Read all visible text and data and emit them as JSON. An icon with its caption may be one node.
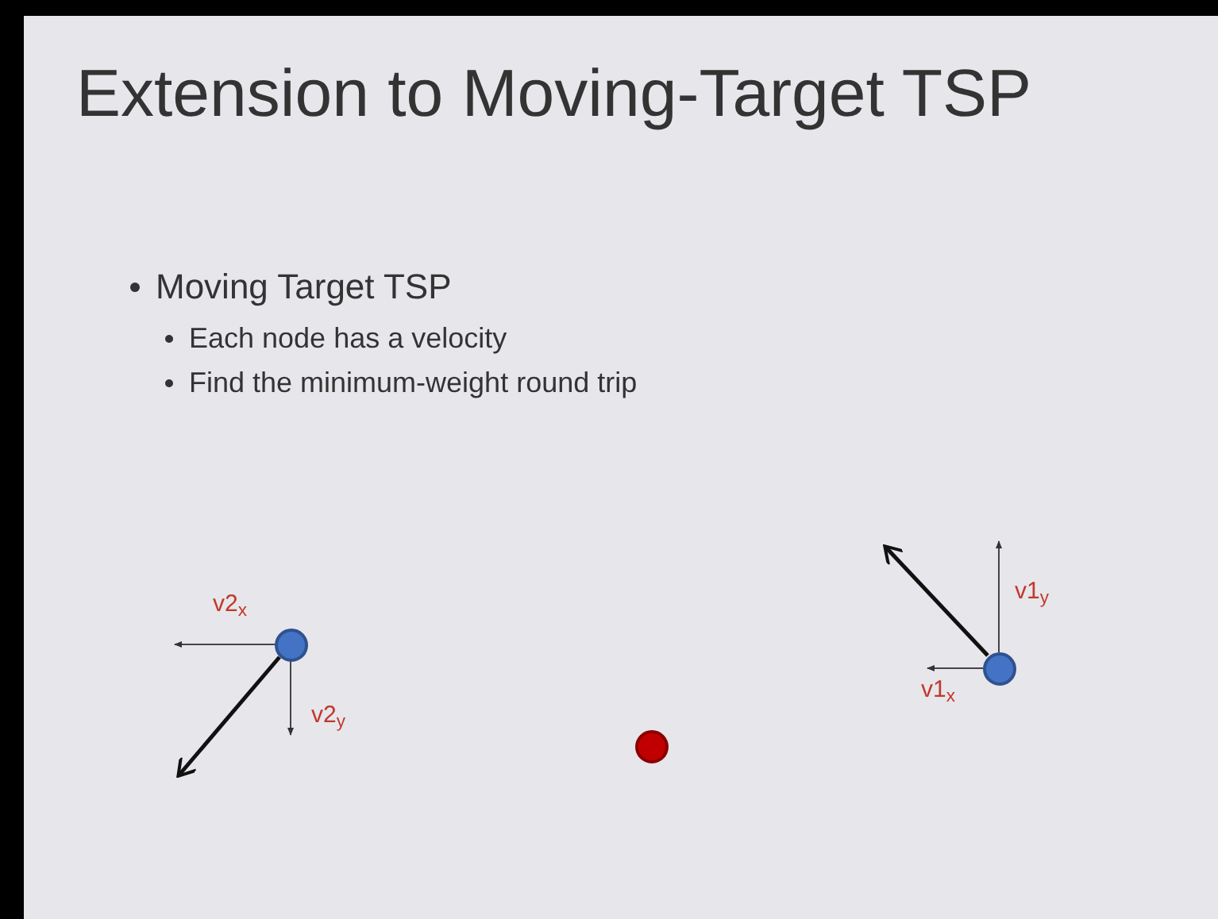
{
  "diagram": {
    "title": "Extension to Moving-Target TSP",
    "nodes": [
      {
        "text": [],
        "shape": "circle"
      },
      {
        "text": [],
        "shape": "circle"
      },
      {
        "text": [],
        "shape": "circle"
      }
    ],
    "labels": [
      "Moving Target TSP",
      "Each node has a velocity",
      "Find the minimum-weight round trip",
      "v1$_{y}$",
      "v2$_{x}$",
      "v1$_{x}$",
      "v2$_{y}$"
    ]
  }
}
